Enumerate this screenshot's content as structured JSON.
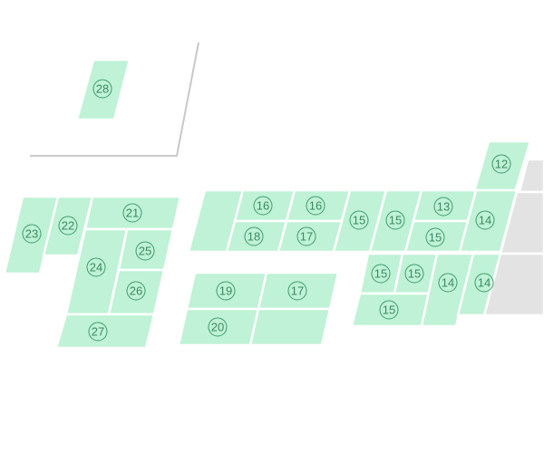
{
  "map": {
    "colors": {
      "tile": "#bff2d6",
      "tile_disabled": "#e3e3e3",
      "badge": "#3a8a61",
      "border": "#ffffff"
    },
    "badges": {
      "p1": "28",
      "p2": "12",
      "p3": "16",
      "p4": "16",
      "p5": "13",
      "p6": "15",
      "p7": "15",
      "p8": "14",
      "p9": "18",
      "p10": "17",
      "p11": "15",
      "p12": "23",
      "p13": "22",
      "p14": "21",
      "p15": "24",
      "p16": "25",
      "p17": "26",
      "p18": "27",
      "p19": "19",
      "p20": "17",
      "p21": "20",
      "p22": "15",
      "p23": "15",
      "p24": "14",
      "p25": "14",
      "p26": "15"
    }
  }
}
